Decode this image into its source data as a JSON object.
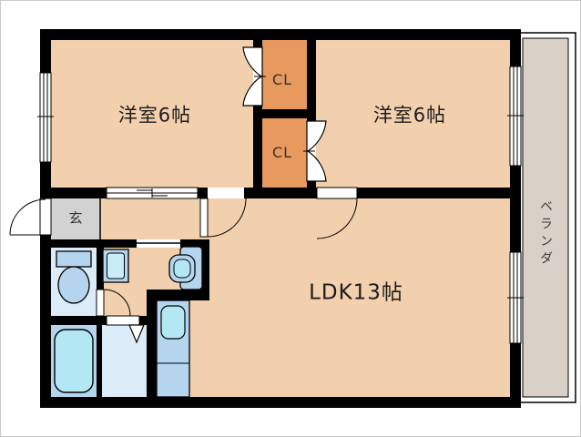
{
  "meta": {
    "type": "apartment-floor-plan",
    "style": "japanese-madori"
  },
  "labels": {
    "bedroom_left": "洋室6帖",
    "bedroom_right": "洋室6帖",
    "living": "LDK13帖",
    "closet_upper": "CL",
    "closet_lower": "CL",
    "entrance": "玄",
    "balcony": "ベランダ"
  },
  "colors": {
    "wall": "#000000",
    "room_floor": "#f2d0ae",
    "closet_floor": "#e8995d",
    "entrance_floor": "#d2d2d2",
    "balcony_floor": "#d9d1c8",
    "wet_area_floor": "#dcebf8",
    "fixture_blue": "#b5d5ef",
    "water_cyan": "#b3e7f3",
    "washer_inner": "#c9ecf8",
    "background": "#ffffff"
  },
  "fixtures": [
    "toilet",
    "washing-machine-pan",
    "wash-basin",
    "bathtub",
    "kitchen-sink-unit"
  ],
  "features": [
    "entrance-swing-door",
    "bedroom-sliding-door",
    "ldk-swing-door-left",
    "ldk-swing-door-right",
    "toilet-swing-door",
    "bathroom-folding-door",
    "closet-bifold-door-upper",
    "closet-bifold-door-lower",
    "window-left",
    "window-right-upper",
    "window-right-lower"
  ]
}
